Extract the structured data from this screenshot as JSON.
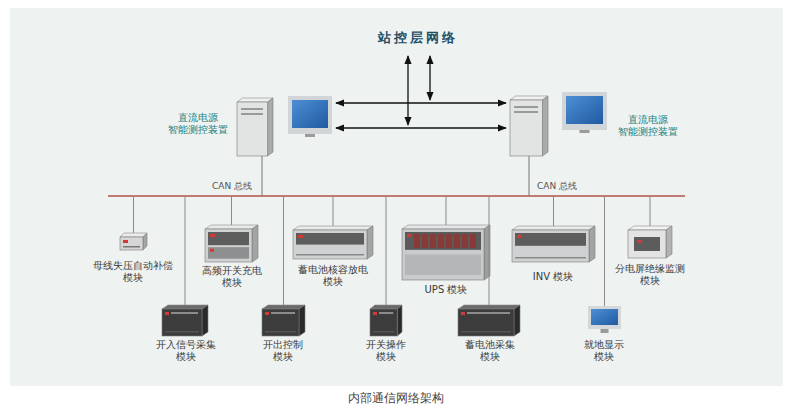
{
  "diagram": {
    "caption": "内部通信网络架构",
    "nodes": [
      {
        "text": [
          "直流电源 智能测控装置"
        ]
      },
      {
        "text": [
          "直流电源 智能测控装置"
        ]
      },
      {
        "text": [
          "母线失压自动补偿 模块"
        ]
      },
      {
        "text": [
          "高频开关充电 模块"
        ]
      },
      {
        "text": [
          "蓄电池核容放电 模块"
        ]
      },
      {
        "text": [
          "UPS 模块"
        ]
      },
      {
        "text": [
          "INV 模块"
        ]
      },
      {
        "text": [
          "分电屏绝缘监测 模块"
        ]
      },
      {
        "text": [
          "开入信号采集 模块"
        ]
      },
      {
        "text": [
          "开出控制 模块"
        ]
      },
      {
        "text": [
          "开关操作 模块"
        ]
      },
      {
        "text": [
          "蓄电池采集 模块"
        ]
      },
      {
        "text": [
          "就地显示 模块"
        ]
      }
    ],
    "edges": [
      {
        "from": 0,
        "to": 1,
        "arrow": "both"
      },
      {
        "from": 0,
        "to": 1,
        "arrow": "both"
      }
    ],
    "labels": [
      "站控层网络",
      "CAN 总线",
      "CAN 总线"
    ]
  }
}
